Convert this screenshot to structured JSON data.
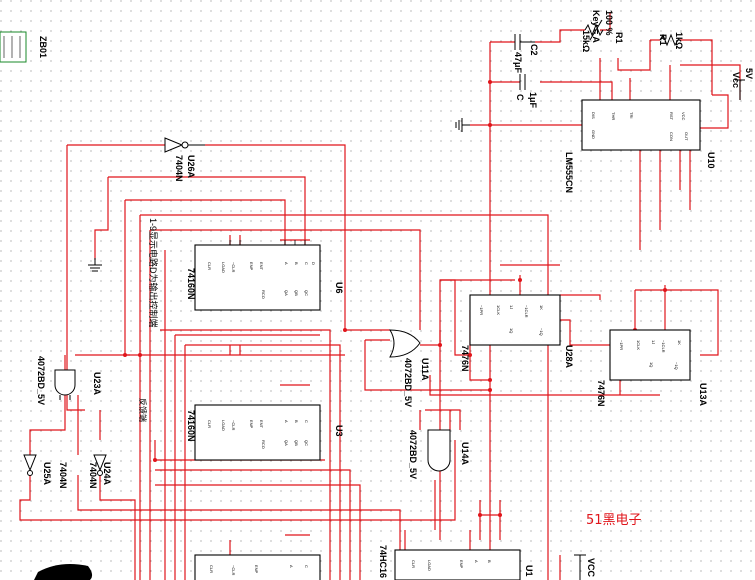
{
  "chips": {
    "u6": {
      "ref": "U6",
      "part": "74160N"
    },
    "u3": {
      "ref": "U3",
      "part": "74160N"
    },
    "u1": {
      "ref": "U1",
      "part": "74HC16"
    },
    "u10": {
      "ref": "U10",
      "part": "LM555CN"
    },
    "u28": {
      "ref": "U28A",
      "part": "7476N"
    },
    "u13": {
      "ref": "U13A",
      "part": "7476N"
    }
  },
  "gates": {
    "u26": {
      "ref": "U26A",
      "part": "7404N"
    },
    "u24": {
      "ref": "U24A",
      "part": "7404N"
    },
    "u25": {
      "ref": "U25A",
      "part": "7404N"
    },
    "u23": {
      "ref": "U23A",
      "part": "4072BD_5V"
    },
    "u11": {
      "ref": "U11A",
      "part": "4072BD_5V"
    },
    "u14": {
      "ref": "U14A",
      "part": "4072BD_5V"
    }
  },
  "passives": {
    "r1": {
      "ref": "R1",
      "value": "15kΩ",
      "note": "Key = A",
      "pct": "100 %"
    },
    "r2": {
      "ref": "R1",
      "value": "1kΩ"
    },
    "c2": {
      "ref": "C2",
      "value": "47μF"
    },
    "c": {
      "ref": "C",
      "value": "1μF"
    }
  },
  "power": {
    "v5": "5V",
    "vcc_label": "Vcc",
    "vcc_bottom": "VCC"
  },
  "notes": {
    "vertical_text": "1-9显示电路D为输出控制端",
    "side_text": "反馈端"
  },
  "watermark": "51黑电子",
  "corner_label": "ZB01",
  "colors": {
    "wire": "#e0151b",
    "grid_dot": "#8a8a8a"
  }
}
